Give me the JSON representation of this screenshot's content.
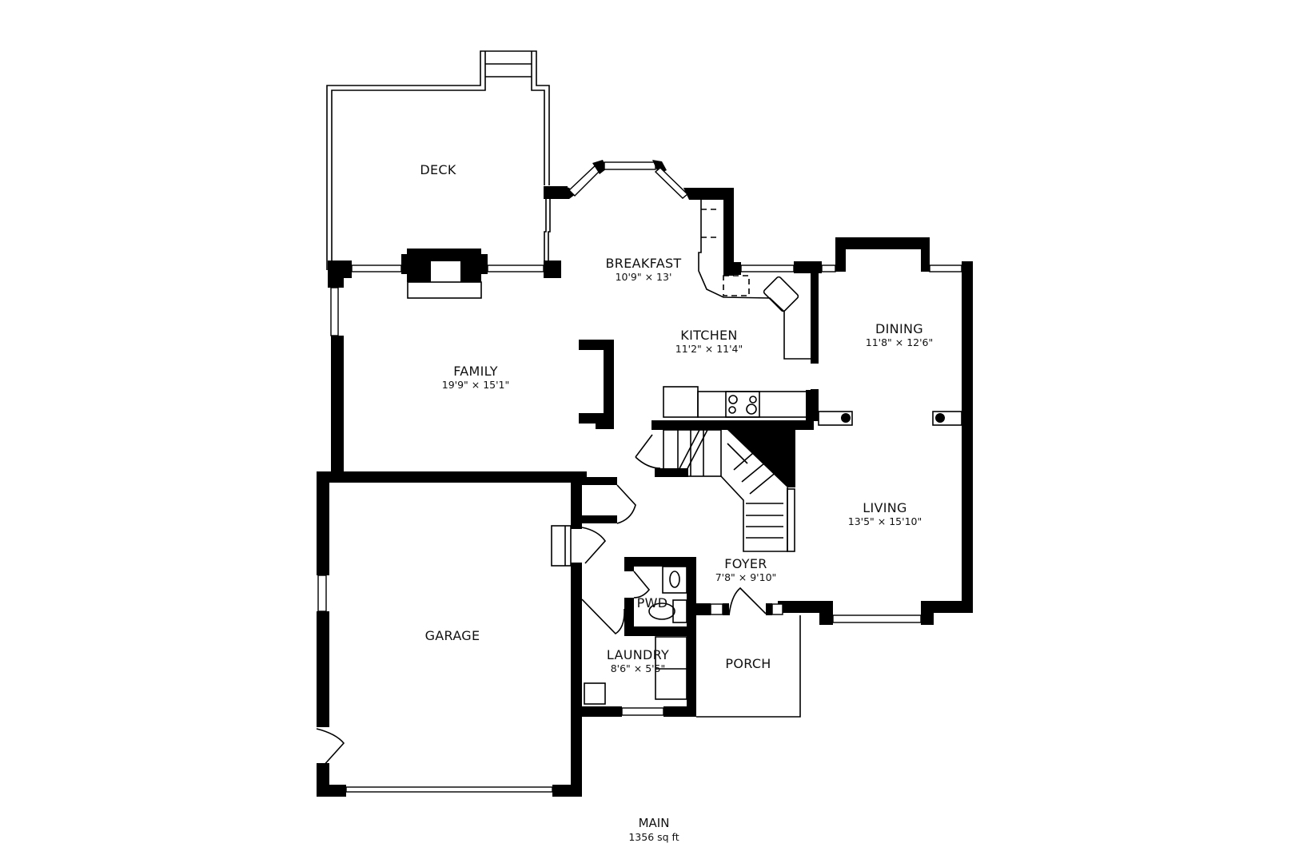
{
  "floor": {
    "name": "MAIN",
    "area": "1356 sq ft"
  },
  "rooms": {
    "deck": {
      "name": "DECK",
      "dim": ""
    },
    "breakfast": {
      "name": "BREAKFAST",
      "dim": "10'9\" × 13'"
    },
    "kitchen": {
      "name": "KITCHEN",
      "dim": "11'2\" × 11'4\""
    },
    "dining": {
      "name": "DINING",
      "dim": "11'8\" × 12'6\""
    },
    "family": {
      "name": "FAMILY",
      "dim": "19'9\" × 15'1\""
    },
    "living": {
      "name": "LIVING",
      "dim": "13'5\" × 15'10\""
    },
    "foyer": {
      "name": "FOYER",
      "dim": "7'8\" × 9'10\""
    },
    "pwd": {
      "name": "PWD",
      "dim": ""
    },
    "laundry": {
      "name": "LAUNDRY",
      "dim": "8'6\" × 5'5\""
    },
    "porch": {
      "name": "PORCH",
      "dim": ""
    },
    "garage": {
      "name": "GARAGE",
      "dim": ""
    }
  },
  "colors": {
    "wall": "#000000",
    "background": "#ffffff",
    "text": "#111111"
  }
}
